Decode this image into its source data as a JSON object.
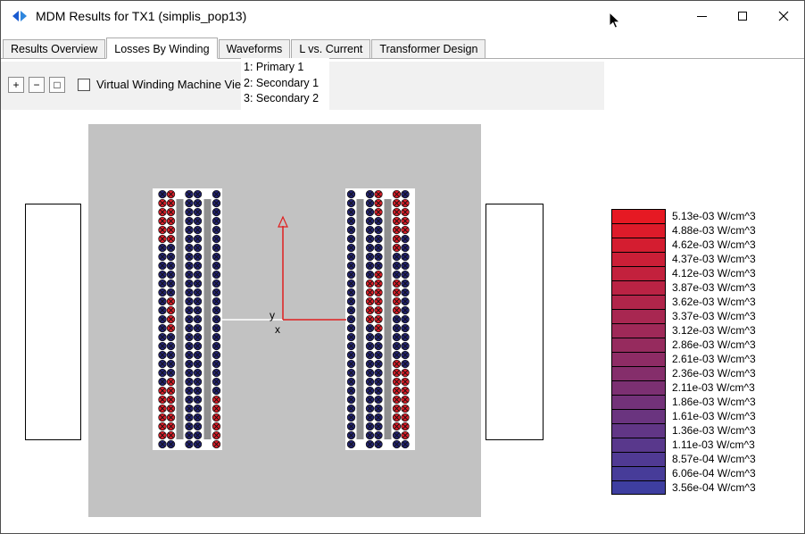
{
  "window": {
    "title": "MDM Results for TX1 (simplis_pop13)"
  },
  "tabs": [
    {
      "label": "Results Overview",
      "active": false
    },
    {
      "label": "Losses By Winding",
      "active": true
    },
    {
      "label": "Waveforms",
      "active": false
    },
    {
      "label": "L vs. Current",
      "active": false
    },
    {
      "label": "Transformer Design",
      "active": false
    }
  ],
  "toolbar": {
    "buttons": [
      {
        "name": "zoom-in",
        "glyph": "+"
      },
      {
        "name": "zoom-out",
        "glyph": "−"
      },
      {
        "name": "zoom-extents",
        "glyph": "□"
      }
    ],
    "checkbox_label": "Virtual Winding Machine View",
    "checkbox_checked": false
  },
  "winding_list": [
    "1: Primary 1",
    "2: Secondary 1",
    "3: Secondary 2"
  ],
  "diagram": {
    "axis_x_label": "x",
    "axis_y_label": "y",
    "turns_per_column": 29,
    "colors": {
      "core": "#c2c2c2",
      "divider": "#8f8f8f",
      "wire_cold": "#232370",
      "wire_hot": "#d81e28",
      "axis": "#e02020"
    },
    "windows": [
      {
        "bars": [
          26.5,
          57.5
        ],
        "columns": [
          {
            "x": 11,
            "red_rows": [
              1,
              2,
              3,
              4,
              5,
              22,
              23,
              24,
              25,
              26,
              27
            ]
          },
          {
            "x": 20.5,
            "red_rows": [
              0,
              1,
              2,
              3,
              4,
              5,
              12,
              13,
              14,
              15,
              21,
              22,
              23,
              24,
              25,
              26,
              27
            ]
          },
          {
            "x": 41,
            "red_rows": []
          },
          {
            "x": 50.5,
            "red_rows": []
          },
          {
            "x": 71.5,
            "red_rows": [
              23,
              24,
              25,
              26,
              27,
              28
            ]
          }
        ]
      },
      {
        "bars": [
          12.5,
          43.5
        ],
        "columns": [
          {
            "x": 6.5,
            "red_rows": []
          },
          {
            "x": 27.5,
            "red_rows": [
              10,
              11,
              12,
              13,
              14
            ]
          },
          {
            "x": 37,
            "red_rows": [
              0,
              1,
              2,
              9,
              10,
              11,
              12,
              13,
              14,
              15
            ]
          },
          {
            "x": 57.5,
            "red_rows": [
              0,
              1,
              2,
              3,
              4,
              5,
              6,
              10,
              11,
              12,
              13,
              19,
              20,
              21,
              22,
              23,
              24,
              25,
              26
            ]
          },
          {
            "x": 67,
            "red_rows": [
              1,
              2,
              3,
              4,
              20,
              21,
              22,
              23,
              24,
              25,
              26,
              27
            ]
          }
        ]
      }
    ]
  },
  "colorbar": {
    "unit": "W/cm^3",
    "entries": [
      {
        "label": "5.13e-03 W/cm^3",
        "color": "#e61923"
      },
      {
        "label": "4.88e-03 W/cm^3",
        "color": "#dd1b2a"
      },
      {
        "label": "4.62e-03 W/cm^3",
        "color": "#d41d30"
      },
      {
        "label": "4.37e-03 W/cm^3",
        "color": "#cb1f37"
      },
      {
        "label": "4.12e-03 W/cm^3",
        "color": "#c3213d"
      },
      {
        "label": "3.87e-03 W/cm^3",
        "color": "#ba2344"
      },
      {
        "label": "3.62e-03 W/cm^3",
        "color": "#b1254a"
      },
      {
        "label": "3.37e-03 W/cm^3",
        "color": "#a82751"
      },
      {
        "label": "3.12e-03 W/cm^3",
        "color": "#9f2958"
      },
      {
        "label": "2.86e-03 W/cm^3",
        "color": "#962b5e"
      },
      {
        "label": "2.61e-03 W/cm^3",
        "color": "#8e2c65"
      },
      {
        "label": "2.36e-03 W/cm^3",
        "color": "#852e6b"
      },
      {
        "label": "2.11e-03 W/cm^3",
        "color": "#7c3072"
      },
      {
        "label": "1.86e-03 W/cm^3",
        "color": "#733279"
      },
      {
        "label": "1.61e-03 W/cm^3",
        "color": "#6a347f"
      },
      {
        "label": "1.36e-03 W/cm^3",
        "color": "#613686"
      },
      {
        "label": "1.11e-03 W/cm^3",
        "color": "#59388c"
      },
      {
        "label": "8.57e-04 W/cm^3",
        "color": "#503a93"
      },
      {
        "label": "6.06e-04 W/cm^3",
        "color": "#473c99"
      },
      {
        "label": "3.56e-04 W/cm^3",
        "color": "#3e3ea0"
      }
    ]
  }
}
